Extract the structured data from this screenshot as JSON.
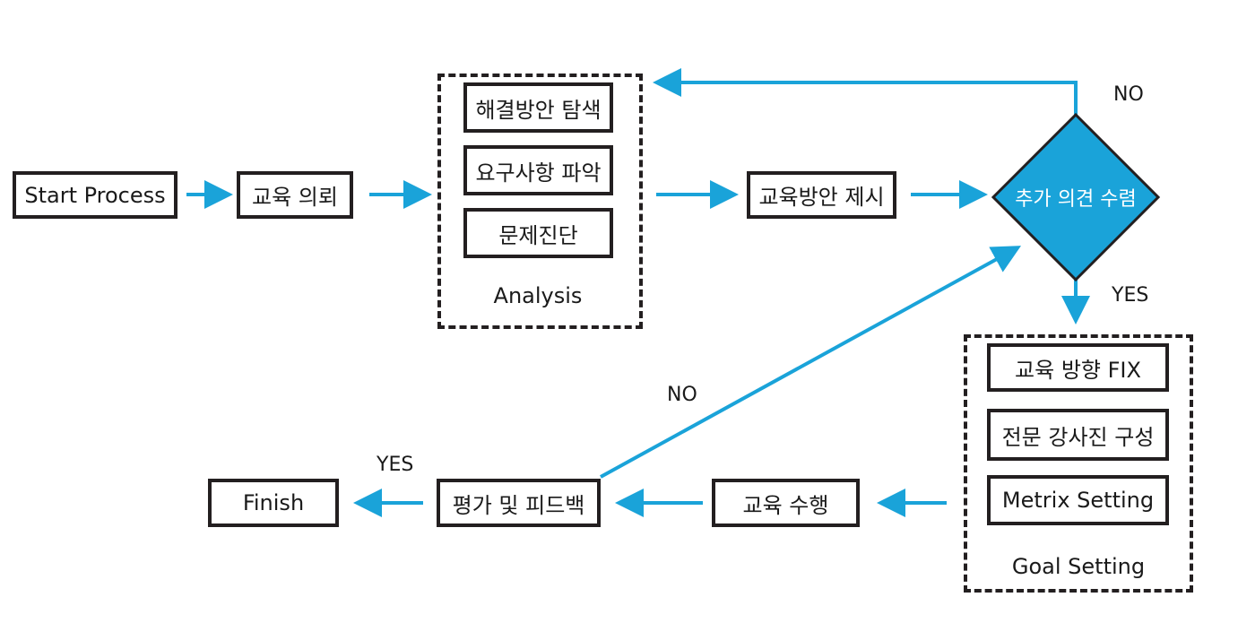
{
  "nodes": {
    "start": "Start Process",
    "request": "교육 의뢰",
    "solution_search": "해결방안 탐색",
    "requirements": "요구사항 파악",
    "diagnosis": "문제진단",
    "proposal": "교육방안 제시",
    "decision": "추가 의견 수렴",
    "direction_fix": "교육 방향 FIX",
    "instructors": "전문 강사진 구성",
    "metrix": "Metrix Setting",
    "execution": "교육 수행",
    "evaluation": "평가 및 피드백",
    "finish": "Finish"
  },
  "groups": {
    "analysis": "Analysis",
    "goal_setting": "Goal Setting"
  },
  "edge_labels": {
    "decision_no": "NO",
    "decision_yes": "YES",
    "evaluation_no": "NO",
    "evaluation_yes": "YES"
  },
  "colors": {
    "arrow": "#1aa3d9",
    "decision_fill": "#1aa3d9",
    "border": "#231f20"
  }
}
